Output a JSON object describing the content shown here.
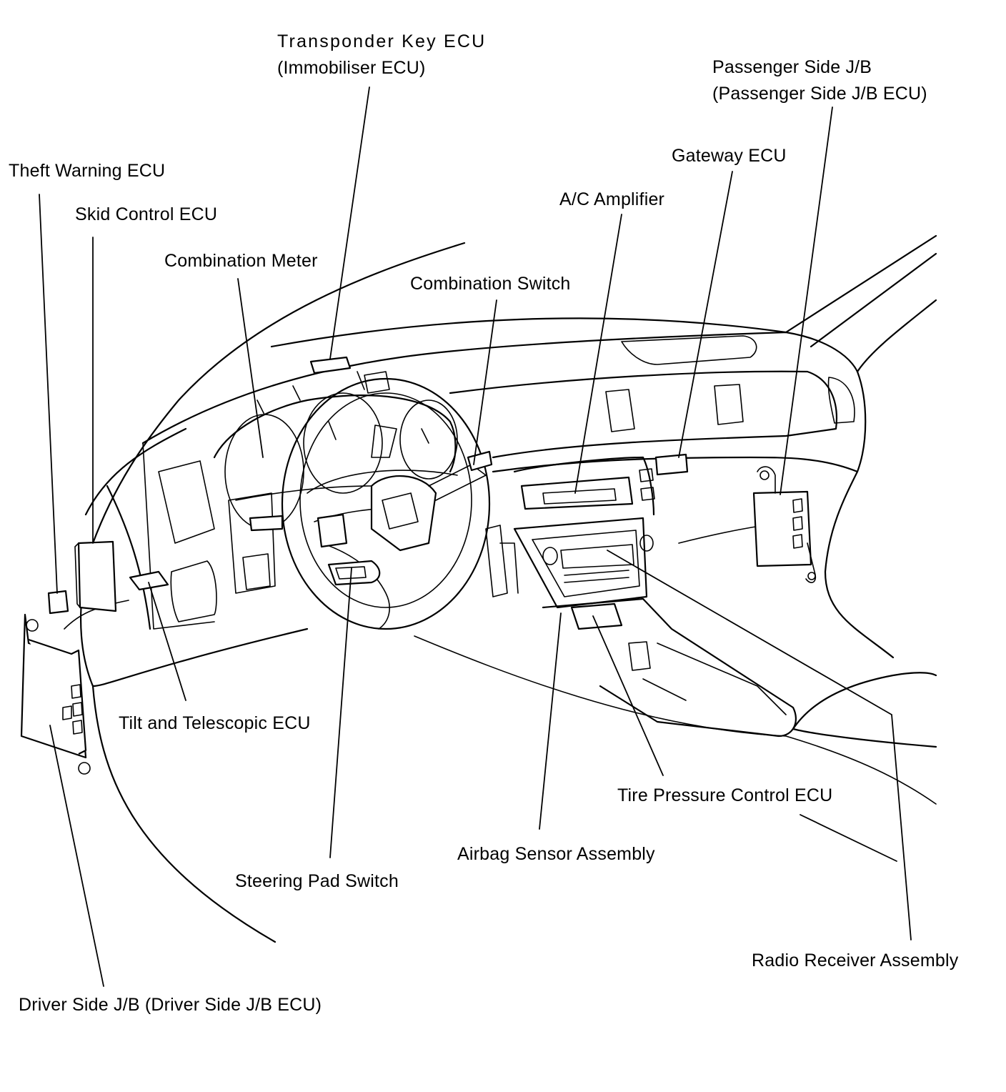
{
  "colors": {
    "ink": "#000000",
    "paper": "#ffffff"
  },
  "labels": {
    "transponder_key_ecu": "Transponder Key ECU",
    "immobiliser_ecu": "(Immobiliser ECU)",
    "passenger_side_jb": "Passenger Side J/B",
    "passenger_side_jb_ecu": "(Passenger Side J/B ECU)",
    "gateway_ecu": "Gateway ECU",
    "theft_warning_ecu": "Theft Warning ECU",
    "ac_amplifier": "A/C Amplifier",
    "skid_control_ecu": "Skid Control ECU",
    "combination_meter": "Combination Meter",
    "combination_switch": "Combination Switch",
    "tilt_telescopic_ecu": "Tilt and Telescopic ECU",
    "tire_pressure_control_ecu": "Tire Pressure Control ECU",
    "airbag_sensor_assembly": "Airbag Sensor Assembly",
    "steering_pad_switch": "Steering Pad Switch",
    "radio_receiver_assembly": "Radio Receiver Assembly",
    "driver_side_jb": "Driver Side J/B (Driver Side J/B ECU)"
  }
}
